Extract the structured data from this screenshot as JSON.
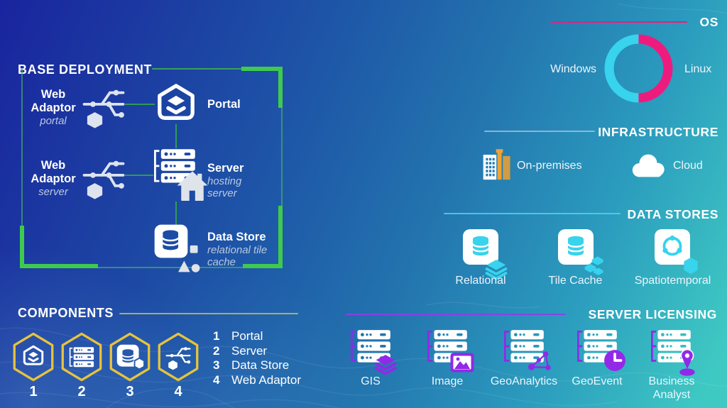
{
  "colors": {
    "green": "#3fca4d",
    "green_line": "#2f9b52",
    "gold": "#e7c33c",
    "yellow_rule": "#cfc04a",
    "cyan": "#38d3ed",
    "pink": "#ee1b7e",
    "purple": "#9229e8",
    "orange": "#f0a230",
    "icon_gray": "#dde4ee"
  },
  "base_deployment": {
    "title": "BASE DEPLOYMENT",
    "nodes": {
      "web_adaptor_portal": {
        "label": "Web Adaptor",
        "sublabel": "portal"
      },
      "portal": {
        "label": "Portal"
      },
      "web_adaptor_server": {
        "label": "Web Adaptor",
        "sublabel": "server"
      },
      "server": {
        "label": "Server",
        "sublabel": "hosting server"
      },
      "data_store": {
        "label": "Data Store",
        "sublabel": "relational tile cache"
      }
    }
  },
  "components": {
    "title": "COMPONENTS",
    "items": [
      {
        "number": "1",
        "label": "Portal",
        "icon": "portal-icon"
      },
      {
        "number": "2",
        "label": "Server",
        "icon": "server-icon"
      },
      {
        "number": "3",
        "label": "Data Store",
        "icon": "data-store-icon"
      },
      {
        "number": "4",
        "label": "Web Adaptor",
        "icon": "web-adaptor-icon"
      }
    ]
  },
  "os": {
    "title": "OS",
    "chart_data": {
      "type": "donut",
      "slices": [
        {
          "label": "Windows",
          "value": 50,
          "color": "#3fd7f0"
        },
        {
          "label": "Linux",
          "value": 50,
          "color": "#ee1b7e"
        }
      ]
    }
  },
  "infrastructure": {
    "title": "INFRASTRUCTURE",
    "items": [
      {
        "label": "On-premises",
        "icon": "buildings-icon"
      },
      {
        "label": "Cloud",
        "icon": "cloud-icon"
      }
    ]
  },
  "data_stores": {
    "title": "DATA STORES",
    "items": [
      {
        "label": "Relational",
        "icon": "relational-datastore-icon"
      },
      {
        "label": "Tile Cache",
        "icon": "tile-cache-datastore-icon"
      },
      {
        "label": "Spatiotemporal",
        "icon": "spatiotemporal-datastore-icon"
      }
    ]
  },
  "server_licensing": {
    "title": "SERVER LICENSING",
    "items": [
      {
        "label": "GIS",
        "icon": "gis-server-icon"
      },
      {
        "label": "Image",
        "icon": "image-server-icon"
      },
      {
        "label": "GeoAnalytics",
        "icon": "geoanalytics-server-icon"
      },
      {
        "label": "GeoEvent",
        "icon": "geoevent-server-icon"
      },
      {
        "label": "Business Analyst",
        "icon": "business-analyst-server-icon"
      }
    ]
  }
}
